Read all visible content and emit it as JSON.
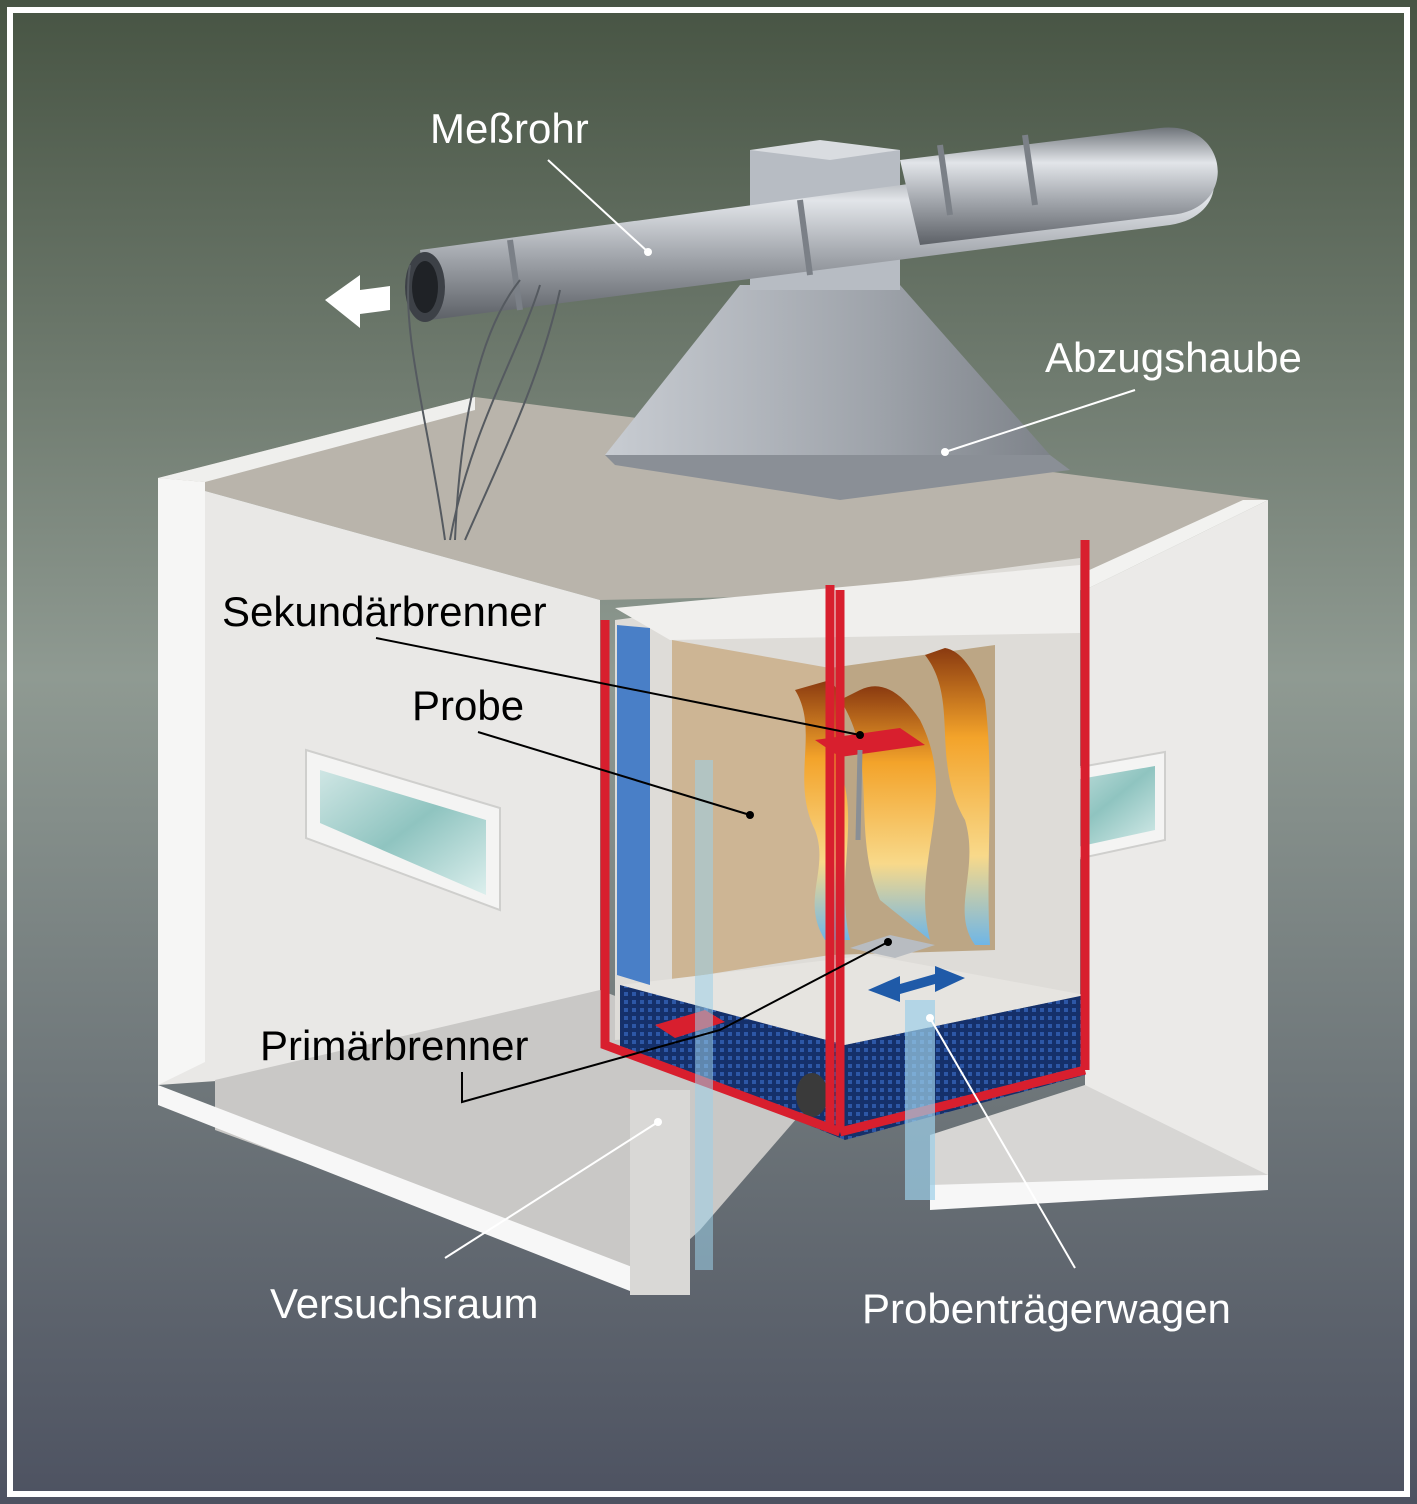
{
  "labels": {
    "messrohr": "Meßrohr",
    "abzugshaube": "Abzugshaube",
    "sekundaerbrenner": "Sekundärbrenner",
    "probe": "Probe",
    "primaerbrenner": "Primärbrenner",
    "versuchsraum": "Versuchsraum",
    "probentraegerwagen": "Probenträgerwagen"
  },
  "colors": {
    "frame": "#d81f2e",
    "glass": "#9ccfe8",
    "wall": "#e9e8e6",
    "roof": "#b9b4ab",
    "specimen": "#cdb594",
    "metal": "#a9adb3",
    "flame": "#f4a424",
    "arrow": "#1f5aa8"
  },
  "icons": {
    "exhaust_arrow": "arrow-left-icon",
    "cart_direction": "double-arrow-icon"
  }
}
